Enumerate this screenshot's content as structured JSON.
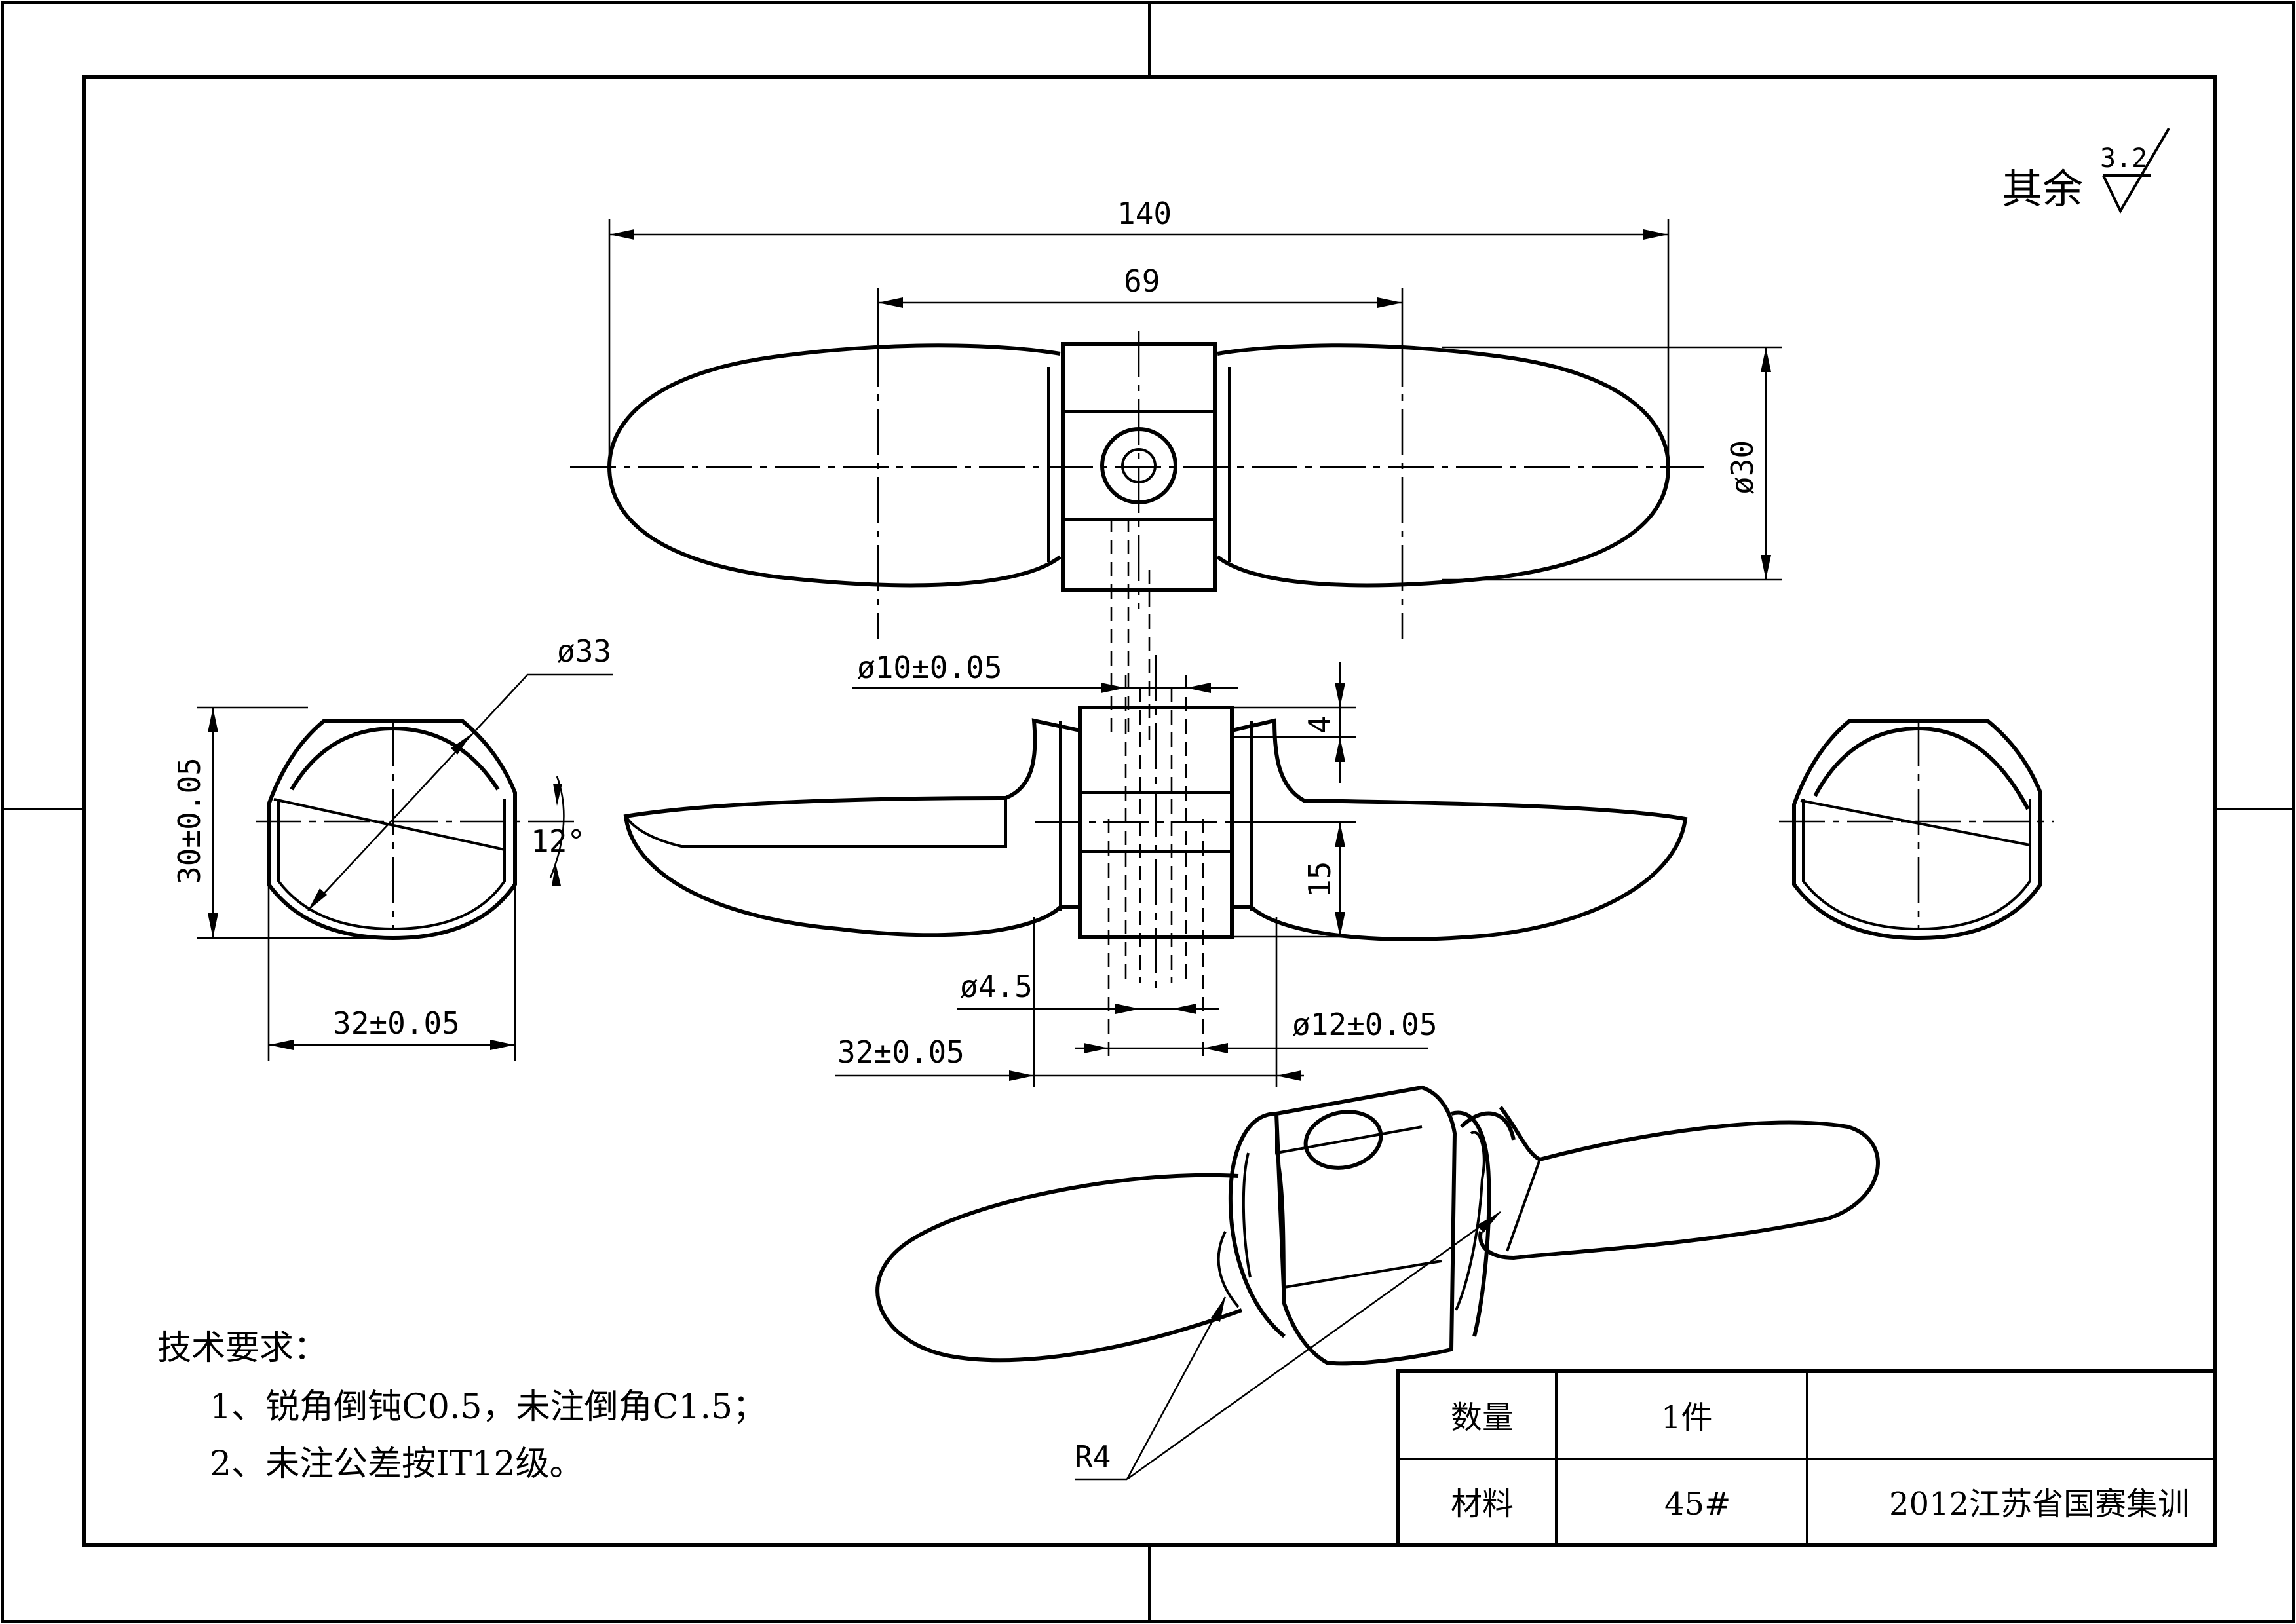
{
  "roughness": {
    "label": "其余",
    "value": "3.2"
  },
  "dimensions": {
    "overall_length": "140",
    "hub_span": "69",
    "width_dia": "ø30",
    "outer_dia": "ø33",
    "side_height": "30±0.05",
    "side_width": "32±0.05",
    "angle": "12°",
    "bore_dia": "ø10±0.05",
    "slot_depth": "4",
    "hub_height": "15",
    "pin_dia": "ø4.5",
    "hub_width": "32±0.05",
    "counter_dia": "ø12±0.05",
    "radius": "R4"
  },
  "notes": {
    "title": "技术要求：",
    "items": [
      "1、锐角倒钝C0.5，未注倒角C1.5；",
      "2、未注公差按IT12级。"
    ]
  },
  "title_block": {
    "qty_label": "数量",
    "qty_value": "1件",
    "material_label": "材料",
    "material_value": "45#",
    "project": "2012江苏省国赛集训"
  }
}
